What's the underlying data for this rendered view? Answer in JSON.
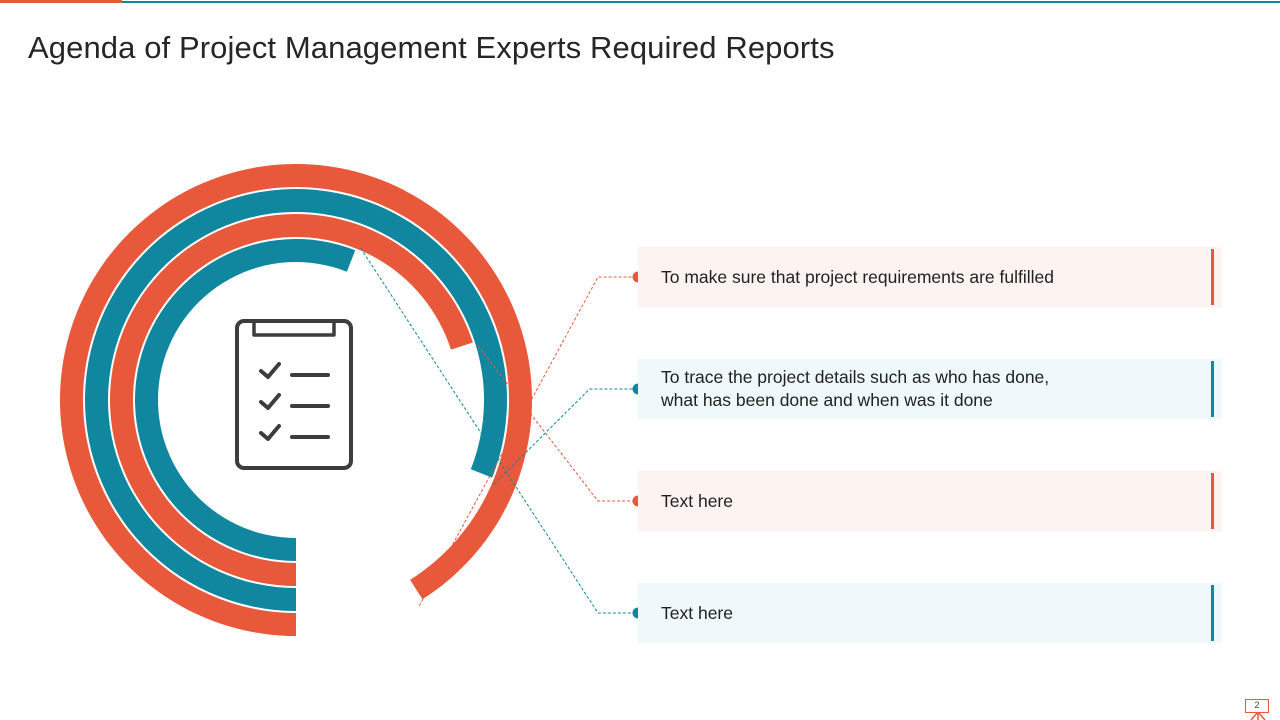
{
  "title": "Agenda of Project Management Experts Required Reports",
  "colors": {
    "orange": "#e8583a",
    "teal": "#10869f",
    "orange_bg": "#fdf4f2",
    "teal_bg": "#eff8fb",
    "icon": "#3d3d3d"
  },
  "icon": "clipboard-checklist-icon",
  "items": [
    {
      "text": "To make sure that project requirements are fulfilled",
      "color": "orange",
      "level": 0.91
    },
    {
      "text": "To trace the project details such as who has done,\nwhat has been done and when was it done",
      "color": "teal",
      "level": 0.81
    },
    {
      "text": "Text here",
      "color": "orange",
      "level": 0.7
    },
    {
      "text": "Text here",
      "color": "teal",
      "level": 0.56
    }
  ],
  "page_number": "2"
}
